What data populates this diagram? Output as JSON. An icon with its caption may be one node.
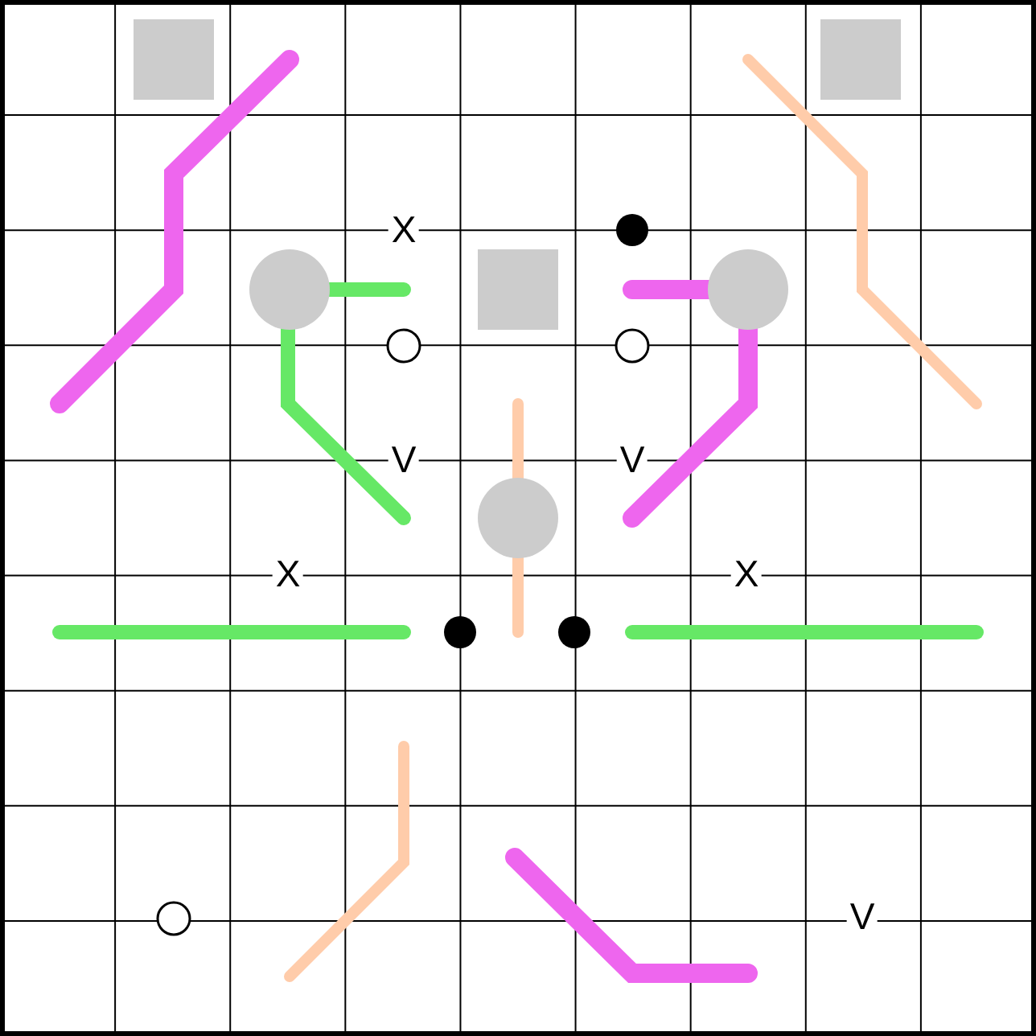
{
  "diagram": {
    "labels": [
      "X",
      "V",
      "V",
      "X",
      "X",
      "V"
    ]
  }
}
